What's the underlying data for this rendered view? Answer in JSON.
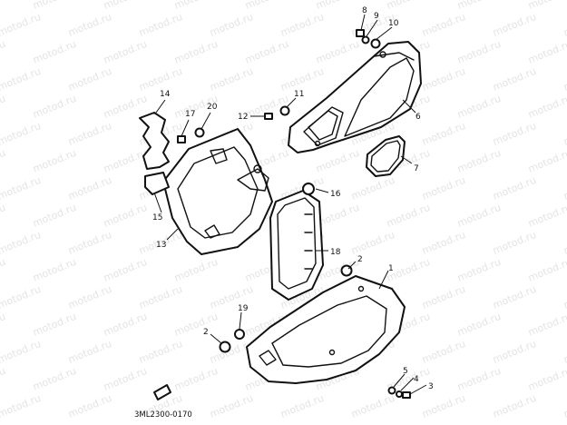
{
  "watermark": {
    "text": "motod.ru"
  },
  "callouts": [
    {
      "id": "c1",
      "label": "1"
    },
    {
      "id": "c2a",
      "label": "2"
    },
    {
      "id": "c2b",
      "label": "2"
    },
    {
      "id": "c3",
      "label": "3"
    },
    {
      "id": "c4",
      "label": "4"
    },
    {
      "id": "c5",
      "label": "5"
    },
    {
      "id": "c6",
      "label": "6"
    },
    {
      "id": "c7",
      "label": "7"
    },
    {
      "id": "c8",
      "label": "8"
    },
    {
      "id": "c9",
      "label": "9"
    },
    {
      "id": "c10",
      "label": "10"
    },
    {
      "id": "c11",
      "label": "11"
    },
    {
      "id": "c12",
      "label": "12"
    },
    {
      "id": "c13",
      "label": "13"
    },
    {
      "id": "c14",
      "label": "14"
    },
    {
      "id": "c15",
      "label": "15"
    },
    {
      "id": "c16",
      "label": "16"
    },
    {
      "id": "c17",
      "label": "17"
    },
    {
      "id": "c18",
      "label": "18"
    },
    {
      "id": "c19",
      "label": "19"
    },
    {
      "id": "c20",
      "label": "20"
    }
  ],
  "drawing_code": "3ML2300-0170"
}
